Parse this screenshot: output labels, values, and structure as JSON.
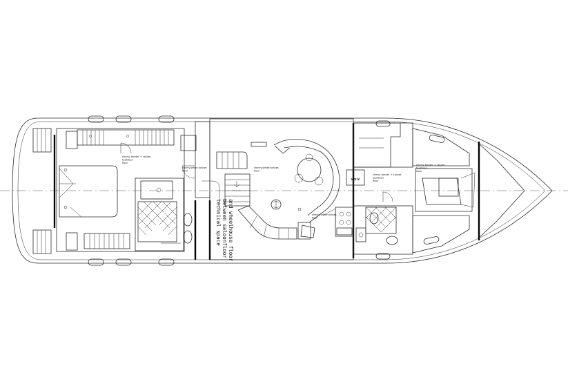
{
  "labels": {
    "aft_cabin_floor": "cherry border + carpet\nteakteen\nfloor",
    "stair_floor": "cherry/white stripes\nfloor",
    "saloon_floor": "cherry/white stripes\nfloor",
    "galley_floor": "cherry/white stripes\nfloor",
    "forward_passage_floor": "cherry border + carpet\nteakteen\nfloor",
    "forward_cabin_floor": "cherry border + carpet\nteakteen\nfloor",
    "technical_space": "technical space\nbetween saloonfloor\nand wheelhouse floor"
  }
}
